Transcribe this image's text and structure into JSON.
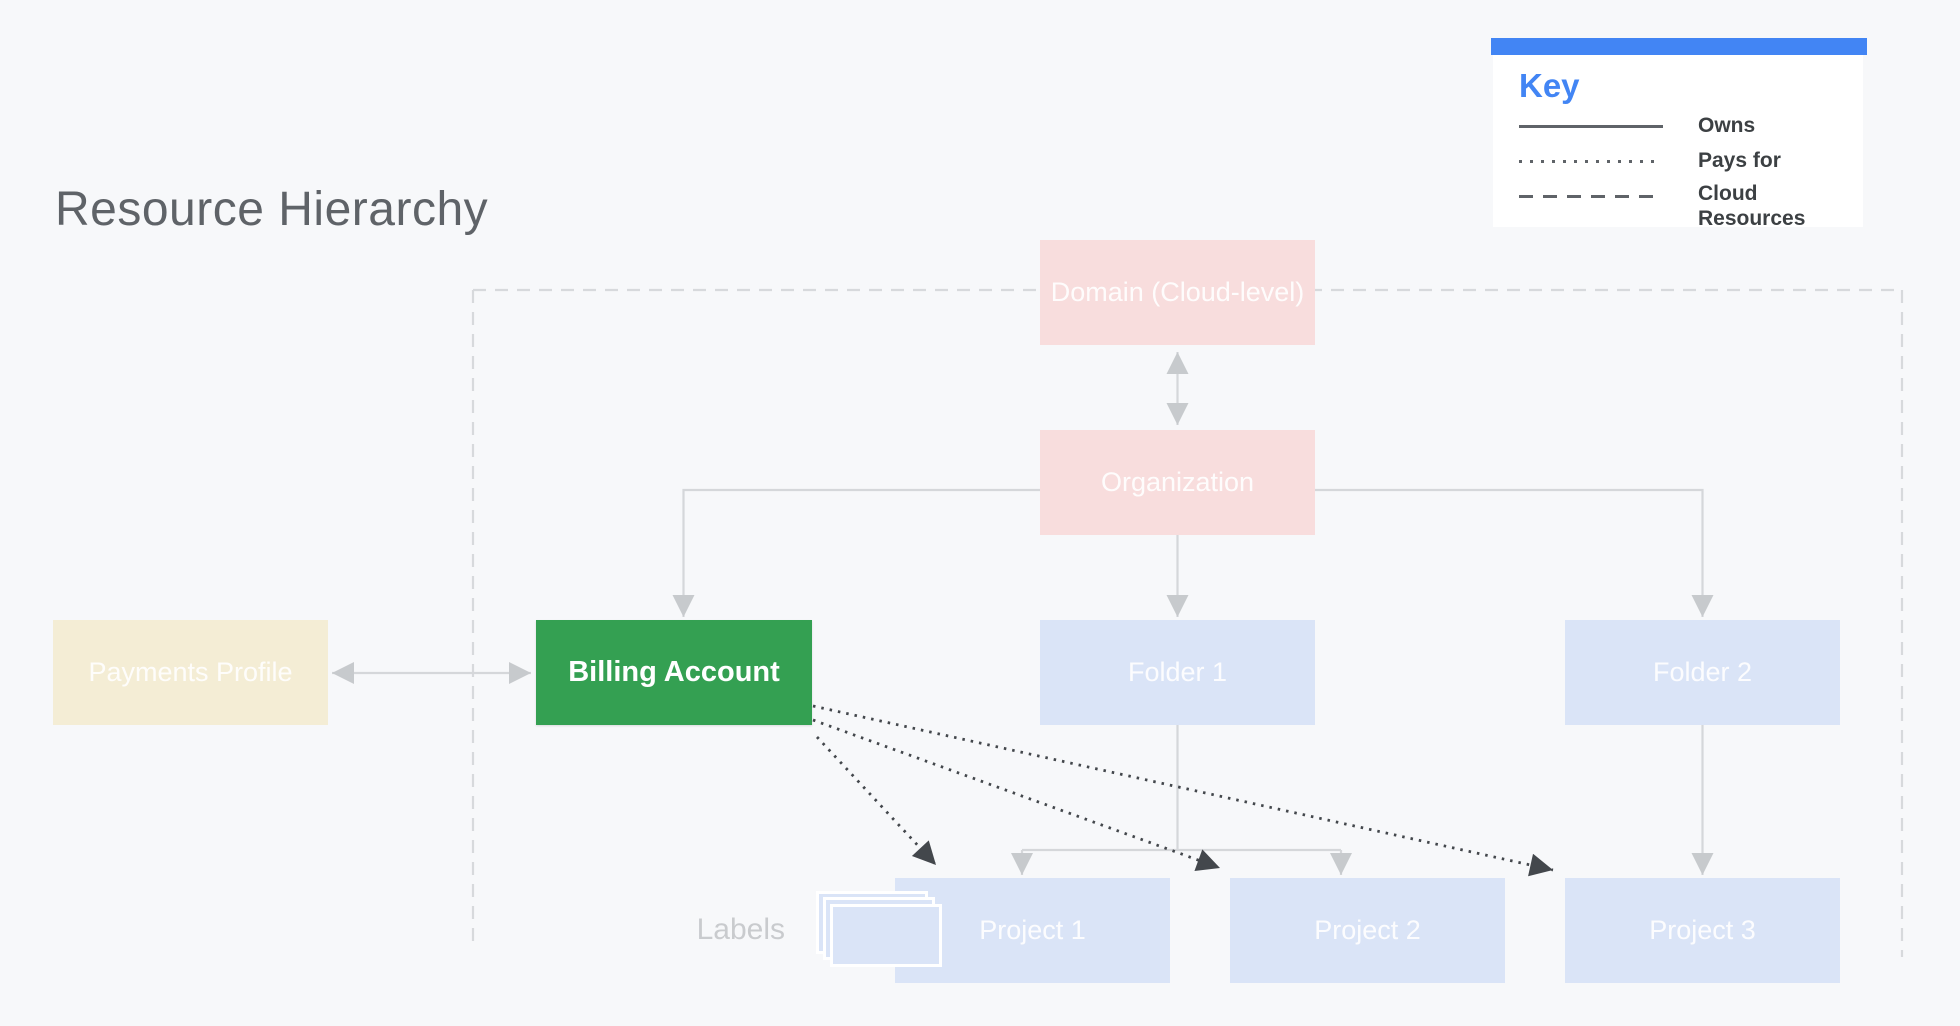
{
  "title": "Resource Hierarchy",
  "key": {
    "title": "Key",
    "items": [
      {
        "style": "solid",
        "label": "Owns"
      },
      {
        "style": "dotted",
        "label": "Pays for"
      },
      {
        "style": "dashed",
        "label": "Cloud Resources"
      }
    ]
  },
  "nodes": {
    "domain": "Domain (Cloud-level)",
    "organization": "Organization",
    "payments_profile": "Payments Profile",
    "billing_account": "Billing Account",
    "folder1": "Folder 1",
    "folder2": "Folder 2",
    "project1": "Project 1",
    "project2": "Project 2",
    "project3": "Project 3",
    "labels_caption": "Labels"
  },
  "colors": {
    "background": "#f7f8fa",
    "pink": "#f8dddd",
    "blue_light": "#dae4f7",
    "cream": "#f4edd5",
    "green": "#34a052",
    "key_blue": "#4285f4",
    "title_gray": "#5f6368",
    "legend_text": "#3c4043",
    "connector_gray": "#d5d7da",
    "arrowhead_gray": "#c7cacd",
    "dotted_black": "#43474c",
    "dashed_gray": "#d7d9dc",
    "labels_caption_gray": "#c9cbce",
    "box_text": "#ffffff"
  }
}
